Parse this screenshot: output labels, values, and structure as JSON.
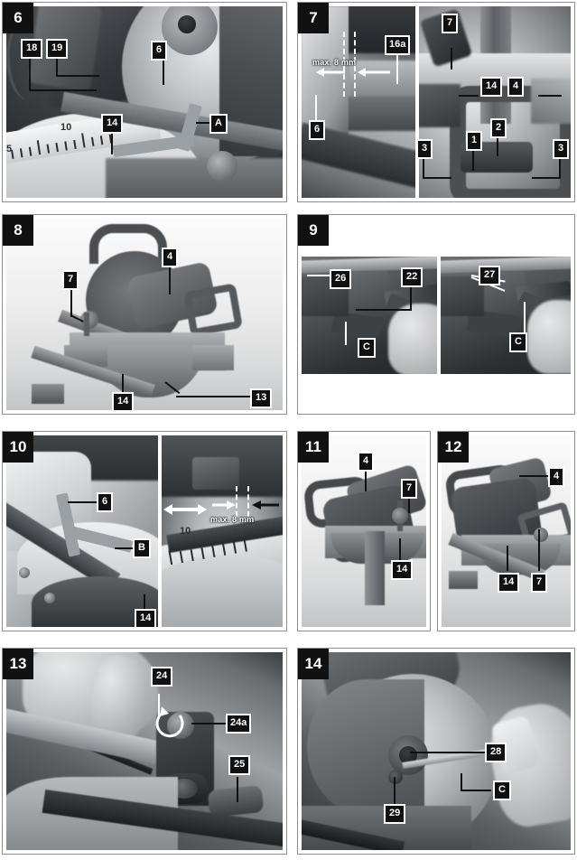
{
  "document": {
    "type": "illustration-page",
    "tool": "mitre-saw",
    "panel_count": 9
  },
  "panels": [
    {
      "id": "panel-6",
      "number": "6",
      "labels": [
        {
          "text": "18"
        },
        {
          "text": "19"
        },
        {
          "text": "6"
        },
        {
          "text": "14"
        },
        {
          "text": "A"
        }
      ],
      "scale_marks": [
        "5",
        "10"
      ]
    },
    {
      "id": "panel-7",
      "number": "7",
      "labels": [
        {
          "text": "16a"
        },
        {
          "text": "6"
        },
        {
          "text": "7"
        },
        {
          "text": "14"
        },
        {
          "text": "4"
        },
        {
          "text": "1"
        },
        {
          "text": "2"
        },
        {
          "text": "3"
        },
        {
          "text": "3"
        }
      ],
      "dimension": "max. 8 mm"
    },
    {
      "id": "panel-8",
      "number": "8",
      "labels": [
        {
          "text": "7"
        },
        {
          "text": "4"
        },
        {
          "text": "14"
        },
        {
          "text": "13"
        }
      ]
    },
    {
      "id": "panel-9",
      "number": "9",
      "labels": [
        {
          "text": "26"
        },
        {
          "text": "22"
        },
        {
          "text": "C"
        },
        {
          "text": "27"
        },
        {
          "text": "C"
        }
      ]
    },
    {
      "id": "panel-10",
      "number": "10",
      "labels": [
        {
          "text": "6"
        },
        {
          "text": "B"
        },
        {
          "text": "14"
        }
      ],
      "dimension": "max. 8 mm",
      "scale_marks": [
        "10"
      ]
    },
    {
      "id": "panel-11",
      "number": "11",
      "labels": [
        {
          "text": "4"
        },
        {
          "text": "7"
        },
        {
          "text": "14"
        }
      ]
    },
    {
      "id": "panel-12",
      "number": "12",
      "labels": [
        {
          "text": "4"
        },
        {
          "text": "14"
        },
        {
          "text": "7"
        }
      ]
    },
    {
      "id": "panel-13",
      "number": "13",
      "labels": [
        {
          "text": "24"
        },
        {
          "text": "24a"
        },
        {
          "text": "25"
        }
      ]
    },
    {
      "id": "panel-14",
      "number": "14",
      "labels": [
        {
          "text": "28"
        },
        {
          "text": "29"
        },
        {
          "text": "C"
        }
      ]
    }
  ],
  "colors": {
    "badge_bg": "#101010",
    "badge_text": "#ffffff",
    "badge_border": "#ffffff",
    "panel_border": "#8d8d8d",
    "page_bg": "#ffffff",
    "leader_line": "#111111"
  }
}
